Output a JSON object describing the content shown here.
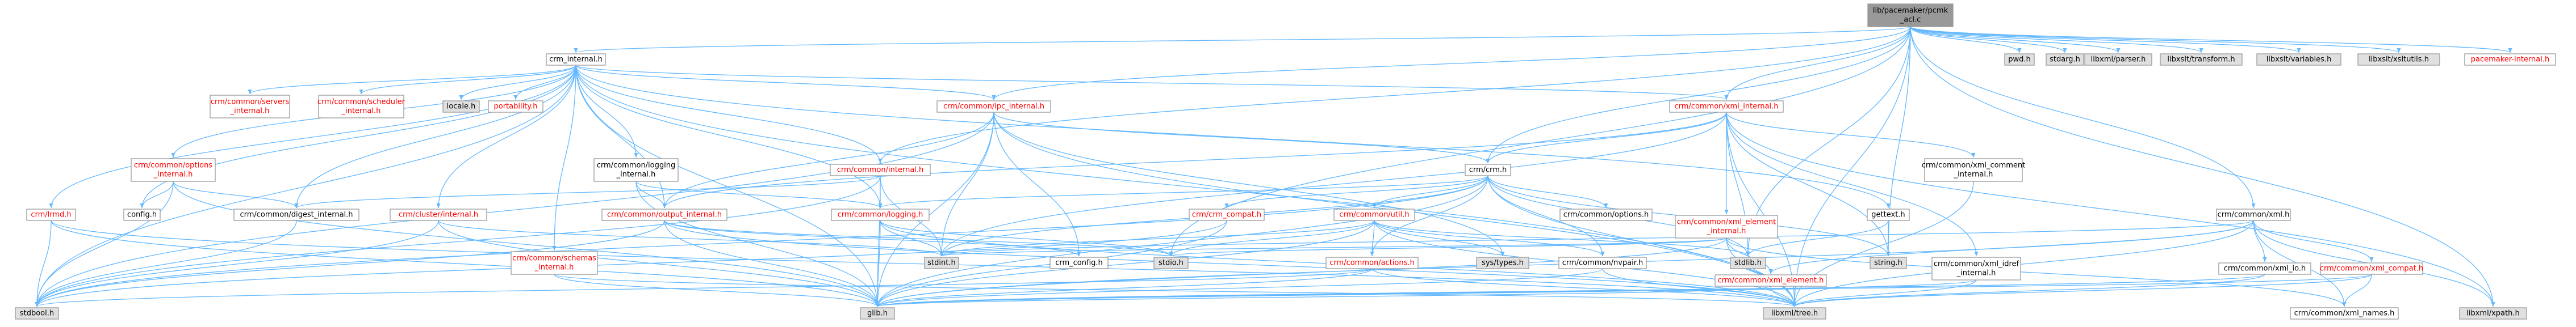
{
  "colors": {
    "edge": "#63b8ff",
    "node_fill": "#ffffff",
    "node_border_black": "#666666",
    "node_border_red": "#ff0000",
    "node_fill_gray": "#e0e0e0",
    "node_fill_root": "#999999",
    "label_black": "#000000",
    "label_red": "#ff0000"
  },
  "nodes": [
    {
      "id": "root",
      "lines": [
        "lib/pacemaker/pcmk",
        "_acl.c"
      ],
      "style": "root"
    },
    {
      "id": "crm_internal",
      "lines": [
        "crm_internal.h"
      ],
      "style": "plain"
    },
    {
      "id": "pwd",
      "lines": [
        "pwd.h"
      ],
      "style": "gray"
    },
    {
      "id": "stdarg",
      "lines": [
        "stdarg.h"
      ],
      "style": "gray"
    },
    {
      "id": "libxml_parser",
      "lines": [
        "libxml/parser.h"
      ],
      "style": "gray"
    },
    {
      "id": "libxslt_transform",
      "lines": [
        "libxslt/transform.h"
      ],
      "style": "gray"
    },
    {
      "id": "libxslt_variables",
      "lines": [
        "libxslt/variables.h"
      ],
      "style": "gray"
    },
    {
      "id": "libxslt_xsltutils",
      "lines": [
        "libxslt/xsltutils.h"
      ],
      "style": "gray"
    },
    {
      "id": "pacemaker_internal",
      "lines": [
        "pacemaker-internal.h"
      ],
      "style": "red"
    },
    {
      "id": "servers_internal",
      "lines": [
        "crm/common/servers",
        "_internal.h"
      ],
      "style": "red"
    },
    {
      "id": "scheduler_internal",
      "lines": [
        "crm/common/scheduler",
        "_internal.h"
      ],
      "style": "red"
    },
    {
      "id": "locale",
      "lines": [
        "locale.h"
      ],
      "style": "gray"
    },
    {
      "id": "portability",
      "lines": [
        "portability.h"
      ],
      "style": "red"
    },
    {
      "id": "ipc_internal",
      "lines": [
        "crm/common/ipc_internal.h"
      ],
      "style": "red"
    },
    {
      "id": "xml_internal",
      "lines": [
        "crm/common/xml_internal.h"
      ],
      "style": "red"
    },
    {
      "id": "options_internal",
      "lines": [
        "crm/common/options",
        "_internal.h"
      ],
      "style": "red"
    },
    {
      "id": "logging_internal",
      "lines": [
        "crm/common/logging",
        "_internal.h"
      ],
      "style": "plain"
    },
    {
      "id": "common_internal",
      "lines": [
        "crm/common/internal.h"
      ],
      "style": "red"
    },
    {
      "id": "crm_h",
      "lines": [
        "crm/crm.h"
      ],
      "style": "plain"
    },
    {
      "id": "xml_comment_internal",
      "lines": [
        "crm/common/xml_comment",
        "_internal.h"
      ],
      "style": "plain"
    },
    {
      "id": "xml_h",
      "lines": [
        "crm/common/xml.h"
      ],
      "style": "plain"
    },
    {
      "id": "lrmd",
      "lines": [
        "crm/lrmd.h"
      ],
      "style": "red"
    },
    {
      "id": "config",
      "lines": [
        "config.h"
      ],
      "style": "plain"
    },
    {
      "id": "digest_internal",
      "lines": [
        "crm/common/digest_internal.h"
      ],
      "style": "plain"
    },
    {
      "id": "cluster_internal",
      "lines": [
        "crm/cluster/internal.h"
      ],
      "style": "red"
    },
    {
      "id": "output_internal",
      "lines": [
        "crm/common/output_internal.h"
      ],
      "style": "red"
    },
    {
      "id": "logging_h",
      "lines": [
        "crm/common/logging.h"
      ],
      "style": "red"
    },
    {
      "id": "crm_compat",
      "lines": [
        "crm/crm_compat.h"
      ],
      "style": "red"
    },
    {
      "id": "util_h",
      "lines": [
        "crm/common/util.h"
      ],
      "style": "red"
    },
    {
      "id": "options_h",
      "lines": [
        "crm/common/options.h"
      ],
      "style": "plain"
    },
    {
      "id": "gettext",
      "lines": [
        "gettext.h"
      ],
      "style": "plain"
    },
    {
      "id": "xml_element_internal",
      "lines": [
        "crm/common/xml_element",
        "_internal.h"
      ],
      "style": "red"
    },
    {
      "id": "schemas_internal",
      "lines": [
        "crm/common/schemas",
        "_internal.h"
      ],
      "style": "red"
    },
    {
      "id": "crm_config",
      "lines": [
        "crm_config.h"
      ],
      "style": "plain"
    },
    {
      "id": "actions_h",
      "lines": [
        "crm/common/actions.h"
      ],
      "style": "red"
    },
    {
      "id": "stdint",
      "lines": [
        "stdint.h"
      ],
      "style": "gray"
    },
    {
      "id": "stdio",
      "lines": [
        "stdio.h"
      ],
      "style": "gray"
    },
    {
      "id": "sys_types",
      "lines": [
        "sys/types.h"
      ],
      "style": "gray"
    },
    {
      "id": "nvpair_h",
      "lines": [
        "crm/common/nvpair.h"
      ],
      "style": "plain"
    },
    {
      "id": "stdlib",
      "lines": [
        "stdlib.h"
      ],
      "style": "gray"
    },
    {
      "id": "string",
      "lines": [
        "string.h"
      ],
      "style": "gray"
    },
    {
      "id": "xml_element",
      "lines": [
        "crm/common/xml_element.h"
      ],
      "style": "red"
    },
    {
      "id": "xml_idref_internal",
      "lines": [
        "crm/common/xml_idref",
        "_internal.h"
      ],
      "style": "plain"
    },
    {
      "id": "xml_io",
      "lines": [
        "crm/common/xml_io.h"
      ],
      "style": "plain"
    },
    {
      "id": "xml_compat",
      "lines": [
        "crm/common/xml_compat.h"
      ],
      "style": "red"
    },
    {
      "id": "stdbool",
      "lines": [
        "stdbool.h"
      ],
      "style": "gray"
    },
    {
      "id": "glib",
      "lines": [
        "glib.h"
      ],
      "style": "gray"
    },
    {
      "id": "libxml_tree",
      "lines": [
        "libxml/tree.h"
      ],
      "style": "gray"
    },
    {
      "id": "xml_names",
      "lines": [
        "crm/common/xml_names.h"
      ],
      "style": "plain"
    },
    {
      "id": "libxml_xpath",
      "lines": [
        "libxml/xpath.h"
      ],
      "style": "gray"
    }
  ],
  "edges": [
    [
      "root",
      "crm_internal"
    ],
    [
      "root",
      "pwd"
    ],
    [
      "root",
      "stdarg"
    ],
    [
      "root",
      "libxml_parser"
    ],
    [
      "root",
      "libxslt_transform"
    ],
    [
      "root",
      "libxslt_variables"
    ],
    [
      "root",
      "libxslt_xsltutils"
    ],
    [
      "root",
      "pacemaker_internal"
    ],
    [
      "root",
      "xml_internal"
    ],
    [
      "root",
      "ipc_internal"
    ],
    [
      "root",
      "crm_h"
    ],
    [
      "root",
      "xml_h"
    ],
    [
      "root",
      "string"
    ],
    [
      "root",
      "stdlib"
    ],
    [
      "root",
      "stdio"
    ],
    [
      "root",
      "libxml_tree"
    ],
    [
      "root",
      "libxml_xpath"
    ],
    [
      "root",
      "common_internal"
    ],
    [
      "crm_internal",
      "servers_internal"
    ],
    [
      "crm_internal",
      "scheduler_internal"
    ],
    [
      "crm_internal",
      "locale"
    ],
    [
      "crm_internal",
      "portability"
    ],
    [
      "crm_internal",
      "ipc_internal"
    ],
    [
      "crm_internal",
      "xml_internal"
    ],
    [
      "crm_internal",
      "options_internal"
    ],
    [
      "crm_internal",
      "logging_internal"
    ],
    [
      "crm_internal",
      "common_internal"
    ],
    [
      "crm_internal",
      "lrmd"
    ],
    [
      "crm_internal",
      "config"
    ],
    [
      "crm_internal",
      "digest_internal"
    ],
    [
      "crm_internal",
      "cluster_internal"
    ],
    [
      "crm_internal",
      "output_internal"
    ],
    [
      "crm_internal",
      "logging_h"
    ],
    [
      "crm_internal",
      "schemas_internal"
    ],
    [
      "crm_internal",
      "gettext"
    ],
    [
      "crm_internal",
      "stdbool"
    ],
    [
      "crm_internal",
      "glib"
    ],
    [
      "crm_internal",
      "libxml_tree"
    ],
    [
      "ipc_internal",
      "crm_h"
    ],
    [
      "ipc_internal",
      "crm_config"
    ],
    [
      "ipc_internal",
      "stdint"
    ],
    [
      "ipc_internal",
      "sys_types"
    ],
    [
      "ipc_internal",
      "glib"
    ],
    [
      "ipc_internal",
      "libxml_tree"
    ],
    [
      "ipc_internal",
      "stdbool"
    ],
    [
      "ipc_internal",
      "output_internal"
    ],
    [
      "xml_internal",
      "crm_h"
    ],
    [
      "xml_internal",
      "xml_comment_internal"
    ],
    [
      "xml_internal",
      "xml_element_internal"
    ],
    [
      "xml_internal",
      "xml_idref_internal"
    ],
    [
      "xml_internal",
      "stdlib"
    ],
    [
      "xml_internal",
      "string"
    ],
    [
      "xml_internal",
      "stdint"
    ],
    [
      "xml_internal",
      "libxml_tree"
    ],
    [
      "xml_internal",
      "libxml_xpath"
    ],
    [
      "xml_internal",
      "output_internal"
    ],
    [
      "options_internal",
      "config"
    ],
    [
      "options_internal",
      "digest_internal"
    ],
    [
      "options_internal",
      "glib"
    ],
    [
      "options_internal",
      "stdbool"
    ],
    [
      "logging_internal",
      "output_internal"
    ],
    [
      "logging_internal",
      "logging_h"
    ],
    [
      "logging_internal",
      "glib"
    ],
    [
      "common_internal",
      "logging_h"
    ],
    [
      "common_internal",
      "digest_internal"
    ],
    [
      "common_internal",
      "stdint"
    ],
    [
      "common_internal",
      "glib"
    ],
    [
      "common_internal",
      "stdbool"
    ],
    [
      "crm_h",
      "logging_h"
    ],
    [
      "crm_h",
      "crm_compat"
    ],
    [
      "crm_h",
      "util_h"
    ],
    [
      "crm_h",
      "options_h"
    ],
    [
      "crm_h",
      "actions_h"
    ],
    [
      "crm_h",
      "nvpair_h"
    ],
    [
      "crm_h",
      "stdbool"
    ],
    [
      "crm_h",
      "stdint"
    ],
    [
      "crm_h",
      "stdlib"
    ],
    [
      "crm_h",
      "string"
    ],
    [
      "crm_h",
      "glib"
    ],
    [
      "crm_h",
      "libxml_tree"
    ],
    [
      "xml_comment_internal",
      "libxml_tree"
    ],
    [
      "xml_h",
      "xml_element"
    ],
    [
      "xml_h",
      "xml_io"
    ],
    [
      "xml_h",
      "xml_compat"
    ],
    [
      "xml_h",
      "xml_names"
    ],
    [
      "xml_h",
      "libxml_tree"
    ],
    [
      "xml_h",
      "libxml_xpath"
    ],
    [
      "xml_h",
      "glib"
    ],
    [
      "xml_h",
      "stdint"
    ],
    [
      "lrmd",
      "stdbool"
    ],
    [
      "lrmd",
      "glib"
    ],
    [
      "lrmd",
      "libxml_tree"
    ],
    [
      "digest_internal",
      "stdbool"
    ],
    [
      "cluster_internal",
      "stdbool"
    ],
    [
      "cluster_internal",
      "glib"
    ],
    [
      "cluster_internal",
      "stdint"
    ],
    [
      "output_internal",
      "crm_config"
    ],
    [
      "output_internal",
      "stdio"
    ],
    [
      "output_internal",
      "glib"
    ],
    [
      "output_internal",
      "libxml_tree"
    ],
    [
      "output_internal",
      "stdbool"
    ],
    [
      "logging_h",
      "stdio"
    ],
    [
      "logging_h",
      "stdint"
    ],
    [
      "logging_h",
      "glib"
    ],
    [
      "logging_h",
      "libxml_tree"
    ],
    [
      "crm_compat",
      "glib"
    ],
    [
      "crm_compat",
      "stdbool"
    ],
    [
      "util_h",
      "sys_types"
    ],
    [
      "util_h",
      "stdlib"
    ],
    [
      "util_h",
      "stdio"
    ],
    [
      "util_h",
      "stdint"
    ],
    [
      "util_h",
      "glib"
    ],
    [
      "util_h",
      "libxml_tree"
    ],
    [
      "util_h",
      "actions_h"
    ],
    [
      "util_h",
      "nvpair_h"
    ],
    [
      "gettext",
      "string"
    ],
    [
      "gettext",
      "stdlib"
    ],
    [
      "xml_element_internal",
      "xml_element"
    ],
    [
      "xml_element_internal",
      "xml_names"
    ],
    [
      "xml_element_internal",
      "stdint"
    ],
    [
      "xml_element_internal",
      "stdio"
    ],
    [
      "xml_element_internal",
      "glib"
    ],
    [
      "xml_element_internal",
      "libxml_tree"
    ],
    [
      "schemas_internal",
      "glib"
    ],
    [
      "schemas_internal",
      "libxml_tree"
    ],
    [
      "actions_h",
      "stdbool"
    ],
    [
      "actions_h",
      "glib"
    ],
    [
      "actions_h",
      "libxml_tree"
    ],
    [
      "nvpair_h",
      "glib"
    ],
    [
      "nvpair_h",
      "libxml_tree"
    ],
    [
      "xml_element",
      "glib"
    ],
    [
      "xml_element",
      "libxml_tree"
    ],
    [
      "xml_idref_internal",
      "glib"
    ],
    [
      "xml_idref_internal",
      "libxml_tree"
    ],
    [
      "xml_io",
      "glib"
    ],
    [
      "xml_io",
      "libxml_tree"
    ],
    [
      "xml_compat",
      "glib"
    ],
    [
      "xml_compat",
      "libxml_tree"
    ],
    [
      "xml_compat",
      "xml_names"
    ]
  ]
}
